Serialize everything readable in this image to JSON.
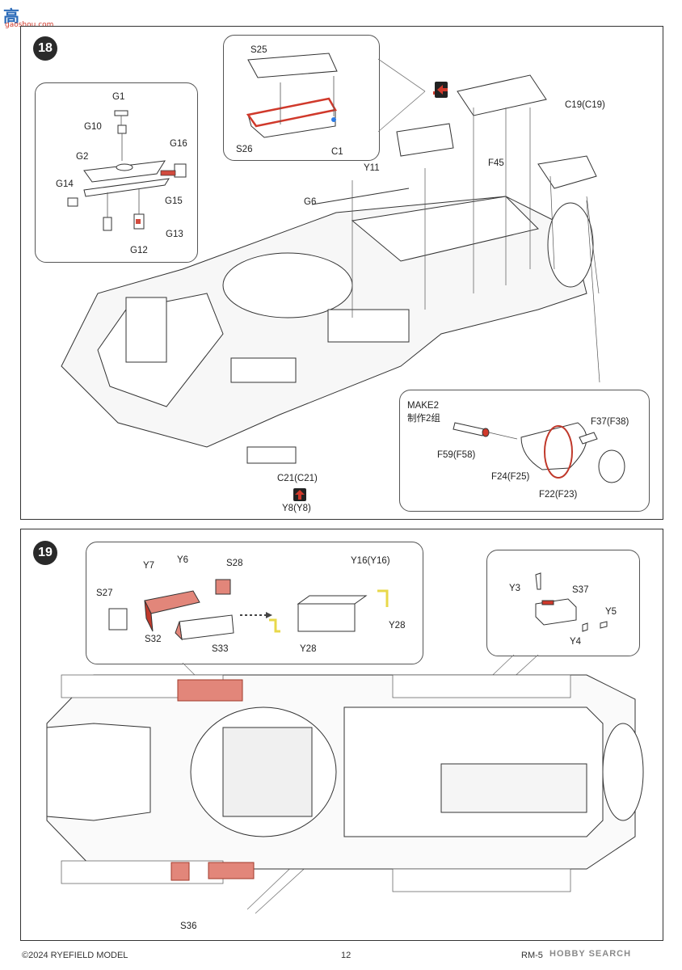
{
  "watermark": {
    "logo": "高",
    "text": "gaoshou.com"
  },
  "steps": [
    {
      "number": "18"
    },
    {
      "number": "19"
    }
  ],
  "step18": {
    "inset_g": [
      "G1",
      "G10",
      "G2",
      "G16",
      "G14",
      "G15",
      "G12",
      "G13"
    ],
    "inset_s": [
      "S25",
      "S26",
      "C1"
    ],
    "main": [
      "C19(C19)",
      "F45",
      "Y11",
      "G6",
      "C21(C21)",
      "Y8(Y8)"
    ],
    "make": {
      "title": "MAKE2",
      "subtitle": "制作2组"
    },
    "make_parts": [
      "F37(F38)",
      "F59(F58)",
      "F24(F25)",
      "F22(F23)"
    ]
  },
  "step19": {
    "inset_left": [
      "Y7",
      "Y6",
      "S28",
      "S27",
      "S32",
      "S33",
      "Y16(Y16)",
      "Y28",
      "Y28"
    ],
    "inset_right": [
      "Y3",
      "S37",
      "Y5",
      "Y4"
    ],
    "main": [
      "S36"
    ]
  },
  "footer": {
    "copyright": "©2024 RYEFIELD MODEL",
    "page": "12",
    "code": "RM-5",
    "code_watermark": "HOBBY SEARCH"
  },
  "colors": {
    "highlight": "#e2867a",
    "highlight_dark": "#c0392b",
    "yellow": "#e8d84a",
    "outline": "#333333"
  }
}
